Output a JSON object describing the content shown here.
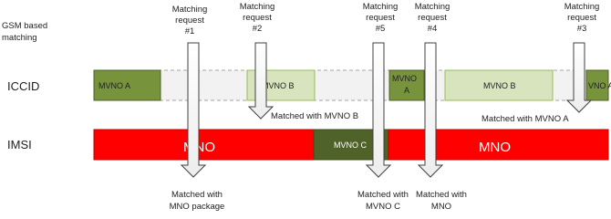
{
  "title": {
    "line1": "GSM based",
    "line2": "matching"
  },
  "rows": {
    "iccid": {
      "label": "ICCID"
    },
    "imsi": {
      "label": "IMSI"
    }
  },
  "segments": {
    "iccid_mvno_a_1": "MVNO A",
    "iccid_mvno_b_1": "MVNO B",
    "iccid_mvno_a_2_line1": "MVNO",
    "iccid_mvno_a_2_line2": "A",
    "iccid_mvno_b_2": "MVNO B",
    "iccid_mvno_a_3": "VNO A",
    "imsi_mno_1": "MNO",
    "imsi_mvno_c": "MVNO C",
    "imsi_mno_2": "MNO"
  },
  "requests": {
    "r1": {
      "line1": "Matching",
      "line2": "request",
      "line3": "#1"
    },
    "r2": {
      "line1": "Matching",
      "line2": "request",
      "line3": "#2"
    },
    "r5": {
      "line1": "Matching",
      "line2": "request",
      "line3": "#5"
    },
    "r4": {
      "line1": "Matching",
      "line2": "request",
      "line3": "#4"
    },
    "r3": {
      "line1": "Matching",
      "line2": "request",
      "line3": "#3"
    }
  },
  "results": {
    "mvno_b": "Matched with MVNO B",
    "mvno_a": "Matched with MVNO A",
    "mno_package": {
      "line1": "Matched with",
      "line2": "MNO package"
    },
    "mvno_c": {
      "line1": "Matched with",
      "line2": "MVNO C"
    },
    "mno": {
      "line1": "Matched with",
      "line2": "MNO"
    }
  },
  "colors": {
    "mvno_a": "#77933c",
    "mvno_b": "#d7e4bd",
    "mno": "#ff0000",
    "mvno_c": "#4f6228",
    "dashed_fill": "#f2f2f2"
  }
}
